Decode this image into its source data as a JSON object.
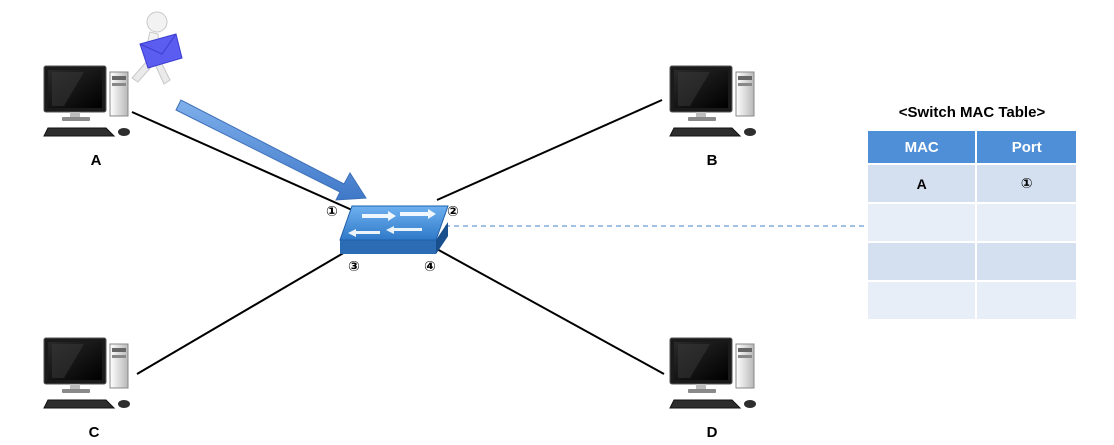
{
  "nodes": [
    {
      "id": "A",
      "label": "A"
    },
    {
      "id": "B",
      "label": "B"
    },
    {
      "id": "C",
      "label": "C"
    },
    {
      "id": "D",
      "label": "D"
    }
  ],
  "switch": {
    "ports": [
      {
        "label": "①"
      },
      {
        "label": "②"
      },
      {
        "label": "③"
      },
      {
        "label": "④"
      }
    ]
  },
  "mac_table": {
    "title": "<Switch MAC Table>",
    "headers": [
      "MAC",
      "Port"
    ],
    "rows": [
      [
        "A",
        "①"
      ],
      [
        "",
        ""
      ],
      [
        "",
        ""
      ],
      [
        "",
        ""
      ]
    ]
  },
  "colors": {
    "header": "#4f8fd8",
    "row_odd": "#d4e0f0",
    "row_even": "#e8eef7",
    "switch_top": "#4a90d9",
    "arrow": "#5b8fd6"
  }
}
